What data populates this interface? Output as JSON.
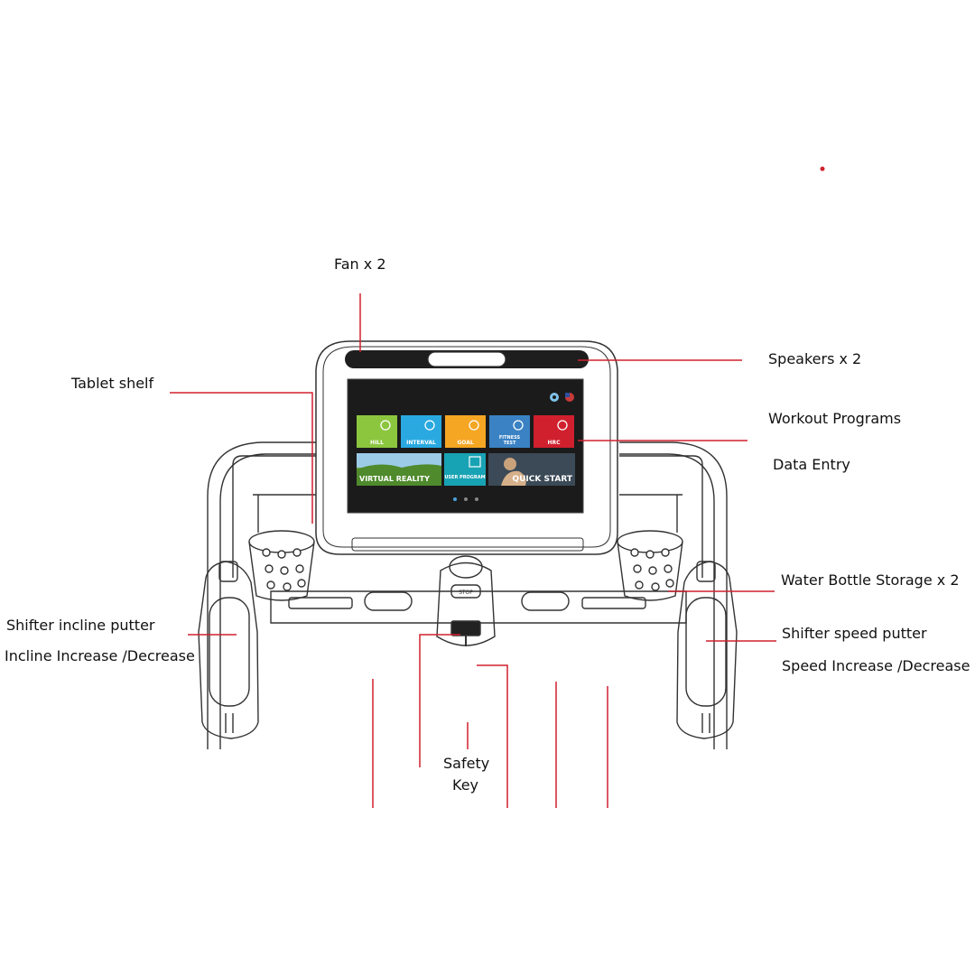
{
  "labels": {
    "fan": "Fan x 2",
    "speakers": "Speakers x 2",
    "tablet_shelf": "Tablet shelf",
    "workout_programs": "Workout Programs",
    "data_entry": "Data Entry",
    "water_bottle": "Water Bottle Storage x 2",
    "shifter_incline": "Shifter incline putter",
    "incline_adjust": "Incline Increase /Decrease",
    "shifter_speed": "Shifter speed putter",
    "speed_adjust": "Speed Increase /Decrease",
    "safety_key_line1": "Safety",
    "safety_key_line2": "Key"
  },
  "screen": {
    "tiles": [
      {
        "label": "HILL",
        "color": "#8cc63f",
        "icon": "hill-icon"
      },
      {
        "label": "INTERVAL",
        "color": "#29a9e0",
        "icon": "interval-icon"
      },
      {
        "label": "GOAL",
        "color": "#f5a623",
        "icon": "goal-icon"
      },
      {
        "label": "FITNESS TEST",
        "color": "#3a82c4",
        "icon": "fitness-test-icon"
      },
      {
        "label": "HRC",
        "color": "#d0202e",
        "icon": "heart-rate-icon"
      }
    ],
    "virtual_reality": "VIRTUAL REALITY",
    "user_program": "USER PROGRAM",
    "quick_start": "QUICK START",
    "colors": {
      "screen_bg": "#1b1b1b",
      "user_program": "#18a3b4",
      "virtual_reality": "#6a9d3c",
      "quick_start": "#3c4a57"
    }
  },
  "console": {
    "stop_label": "STOP"
  },
  "colors": {
    "callout": "#d0202e",
    "outline": "#333333"
  }
}
